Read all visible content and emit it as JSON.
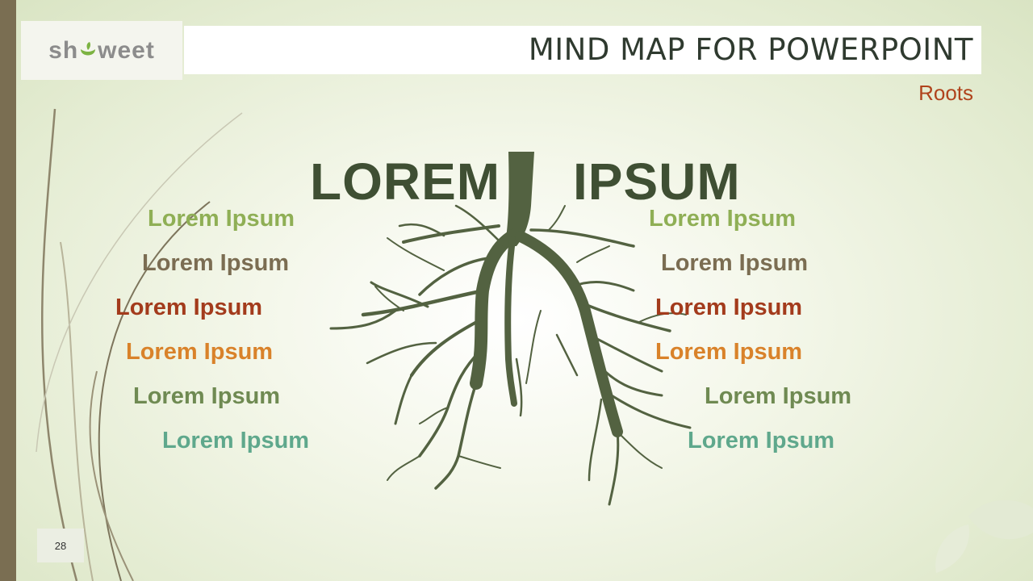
{
  "logo": {
    "part1": "sh",
    "part2": "weet",
    "leaf_icon": "leaf-icon"
  },
  "header": {
    "title": "MIND MAP FOR POWERPOINT",
    "subtitle": "Roots"
  },
  "diagram": {
    "left_word": "LOREM",
    "right_word": "IPSUM",
    "left_items": [
      "Lorem Ipsum",
      "Lorem Ipsum",
      "Lorem Ipsum",
      "Lorem Ipsum",
      "Lorem Ipsum",
      "Lorem Ipsum"
    ],
    "right_items": [
      "Lorem Ipsum",
      "Lorem Ipsum",
      "Lorem Ipsum",
      "Lorem Ipsum",
      "Lorem Ipsum",
      "Lorem Ipsum"
    ],
    "colors": [
      "#8faf55",
      "#7b6d52",
      "#a33b1c",
      "#d9822a",
      "#6f8a52",
      "#5fa88c"
    ],
    "root_color": "#536241"
  },
  "footer": {
    "page_number": "28"
  }
}
